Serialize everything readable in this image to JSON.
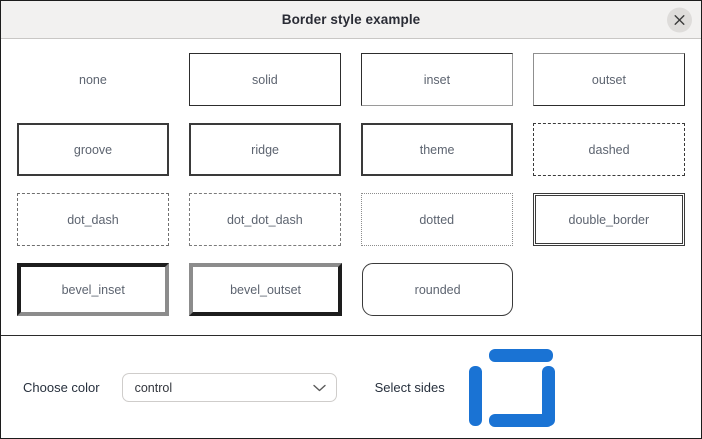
{
  "window": {
    "title": "Border style example",
    "close_icon": "close-icon"
  },
  "samples": {
    "rows": [
      [
        {
          "label": "none",
          "style": "none"
        },
        {
          "label": "solid",
          "style": "solid"
        },
        {
          "label": "inset",
          "style": "inset"
        },
        {
          "label": "outset",
          "style": "outset"
        }
      ],
      [
        {
          "label": "groove",
          "style": "groove"
        },
        {
          "label": "ridge",
          "style": "ridge"
        },
        {
          "label": "theme",
          "style": "theme"
        },
        {
          "label": "dashed",
          "style": "dashed"
        }
      ],
      [
        {
          "label": "dot_dash",
          "style": "dot_dash"
        },
        {
          "label": "dot_dot_dash",
          "style": "dot_dot_dash"
        },
        {
          "label": "dotted",
          "style": "dotted"
        },
        {
          "label": "double_border",
          "style": "double"
        }
      ],
      [
        {
          "label": "bevel_inset",
          "style": "bevel_inset"
        },
        {
          "label": "bevel_outset",
          "style": "bevel_outset"
        },
        {
          "label": "rounded",
          "style": "rounded"
        },
        {
          "label": "",
          "style": "empty"
        }
      ]
    ]
  },
  "controls": {
    "color_label": "Choose color",
    "color_value": "control",
    "color_dropdown_icon": "chevron-down-icon",
    "sides_label": "Select sides",
    "sides": {
      "top": true,
      "right": true,
      "bottom": true,
      "left": true
    }
  },
  "colors": {
    "accent_blue": "#1a73d4",
    "titlebar_bg": "#f2f1f0",
    "title_text": "#2a2c35",
    "sample_label": "#5d6470",
    "control_label": "#27303d",
    "border_dark": "#3a3a3a",
    "bevel_light": "#8c8c8c",
    "bevel_dark": "#1d1d1d"
  }
}
